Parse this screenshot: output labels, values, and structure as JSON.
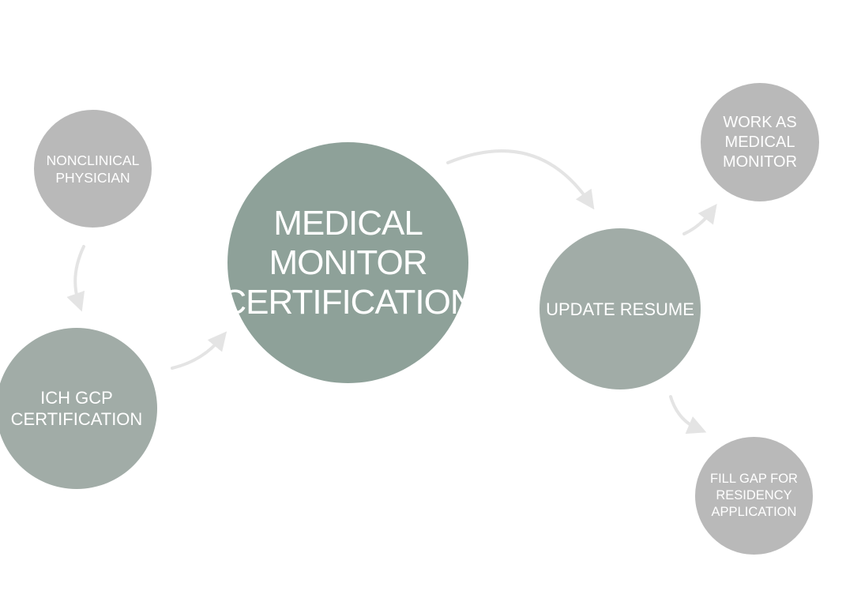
{
  "colors": {
    "light_node": "#b9b9b9",
    "sage_node": "#a1aca7",
    "main_node": "#8ea199",
    "arrow": "#e4e4e4",
    "label_text": "#ffffff"
  },
  "nodes": {
    "nonclinical_physician": "NONCLINICAL\nPHYSICIAN",
    "ich_gcp_certification": "ICH GCP\nCERTIFICATION",
    "medical_monitor_certification": "MEDICAL\nMONITOR\nCERTIFICATION",
    "update_resume": "UPDATE RESUME",
    "work_as_medical_monitor": "WORK AS\nMEDICAL\nMONITOR",
    "fill_gap_residency": "FILL GAP FOR\nRESIDENCY\nAPPLICATION"
  }
}
